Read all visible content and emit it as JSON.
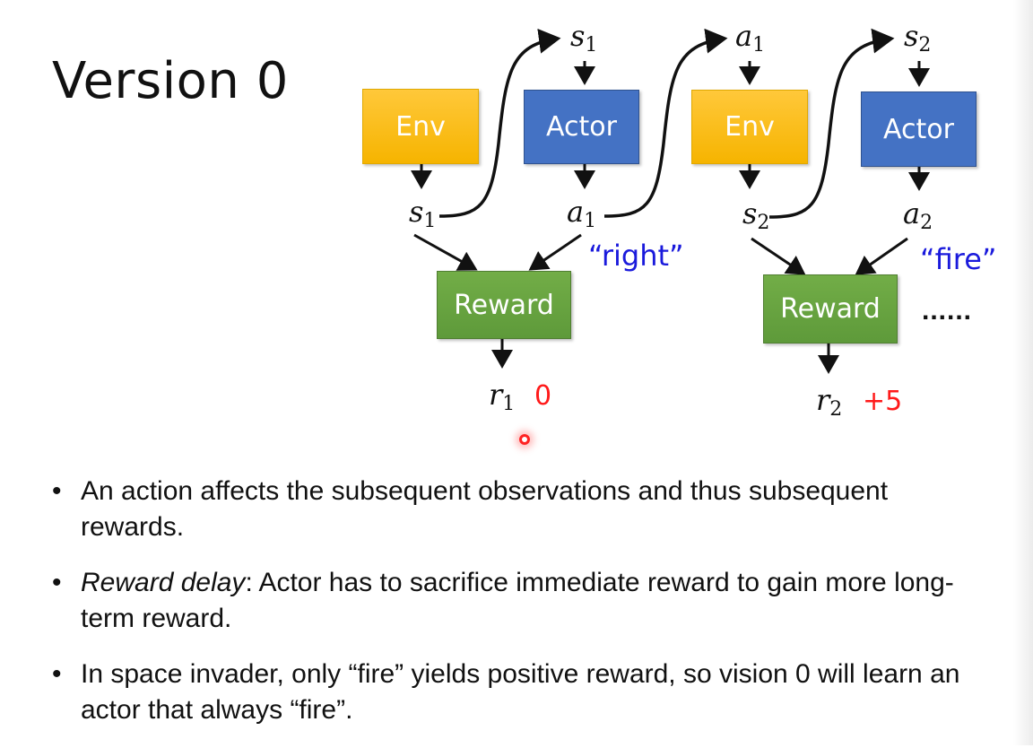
{
  "slide": {
    "title": "Version 0"
  },
  "diagram": {
    "boxes": {
      "env_1": "Env",
      "actor_1": "Actor",
      "env_2": "Env",
      "actor_2": "Actor",
      "reward_1": "Reward",
      "reward_2": "Reward"
    },
    "variables": {
      "s1_top": {
        "base": "s",
        "sub": "1"
      },
      "a1_top": {
        "base": "a",
        "sub": "1"
      },
      "s2_top": {
        "base": "s",
        "sub": "2"
      },
      "s1_out": {
        "base": "s",
        "sub": "1"
      },
      "a1_out": {
        "base": "a",
        "sub": "1"
      },
      "s2_out": {
        "base": "s",
        "sub": "2"
      },
      "a2_out": {
        "base": "a",
        "sub": "2"
      },
      "r1": {
        "base": "r",
        "sub": "1"
      },
      "r2": {
        "base": "r",
        "sub": "2"
      }
    },
    "action_labels": {
      "a1": "“right”",
      "a2": "“fire”"
    },
    "reward_values": {
      "r1": "0",
      "r2": "+5"
    },
    "continuation": "......",
    "colors": {
      "env": "#FFC000",
      "actor": "#4472C4",
      "reward": "#70AD47",
      "action_text": "#1A1ADC",
      "reward_value_text": "#FF1A1A"
    }
  },
  "bullets": [
    {
      "italic_prefix": "",
      "text": "An action affects the subsequent observations and thus subsequent rewards."
    },
    {
      "italic_prefix": "Reward delay",
      "text": ": Actor has to sacrifice immediate reward to gain more long-term reward."
    },
    {
      "italic_prefix": "",
      "text": "In space invader, only “fire” yields positive reward, so vision 0 will learn an actor that always “fire”."
    }
  ],
  "bullet_glyph": "•"
}
